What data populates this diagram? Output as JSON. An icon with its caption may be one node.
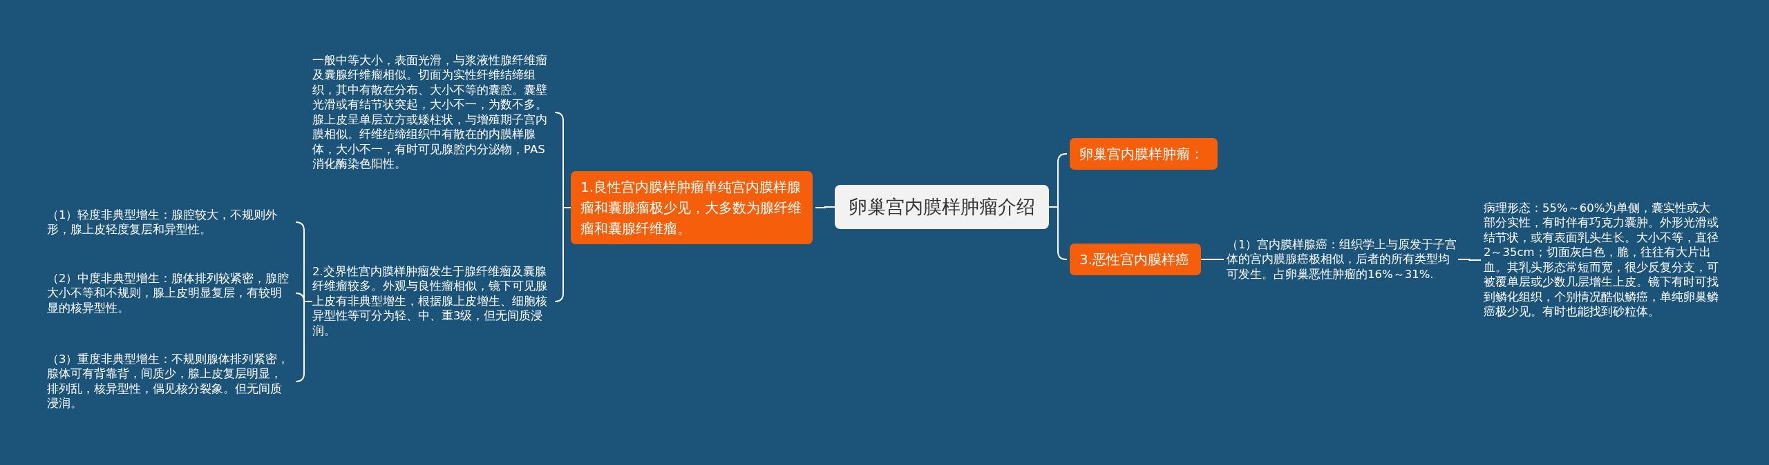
{
  "diagram": {
    "nodes": [
      {
        "text": [
          "卵巢宫内膜样肿瘤介绍"
        ]
      },
      {
        "text": [
          "1.良性宫内膜样肿瘤单纯宫内膜样腺瘤和囊腺瘤极少见，大多数为腺纤维瘤和囊腺纤维瘤。"
        ]
      },
      {
        "text": [
          "一般中等大小，表面光滑，与浆液性腺纤维瘤及囊腺纤维瘤相似。切面为实性纤维结缔组织，其中有散在分布、大小不等的囊腔。囊壁光滑或有结节状突起，大小不一，为数不多。腺上皮呈单层立方或矮柱状，与增殖期子宫内膜相似。纤维结缔组织中有散在的内膜样腺体，大小不一，有时可见腺腔内分泌物，PAS消化酶染色阳性。"
        ]
      },
      {
        "text": [
          "2.交界性宫内膜样肿瘤发生于腺纤维瘤及囊腺纤维瘤较多。外观与良性瘤相似，镜下可见腺上皮有非典型增生，根据腺上皮增生、细胞核异型性等可分为轻、中、重3级，但无间质浸润。"
        ]
      },
      {
        "text": [
          "（1）轻度非典型增生：腺腔较大，不规则外形，腺上皮轻度复层和异型性。"
        ]
      },
      {
        "text": [
          "（2）中度非典型增生：腺体排列较紧密，腺腔大小不等和不规则，腺上皮明显复层，有较明显的核异型性。"
        ]
      },
      {
        "text": [
          "（3）重度非典型增生：不规则腺体排列紧密，腺体可有背靠背，间质少，腺上皮复层明显，排列乱，核异型性，偶见核分裂象。但无间质浸润。"
        ]
      },
      {
        "text": [
          "卵巢宫内膜样肿瘤："
        ]
      },
      {
        "text": [
          "3.恶性宫内膜样癌"
        ]
      },
      {
        "text": [
          "（1）宫内膜样腺癌：组织学上与原发于子宫体的宫内膜腺癌极相似，后者的所有类型均可发生。占卵巢恶性肿瘤的16%～31%."
        ]
      },
      {
        "text": [
          "病理形态：55%～60%为单侧，囊实性或大部分实性，有时伴有巧克力囊肿。外形光滑或结节状，或有表面乳头生长。大小不等，直径2～35cm；切面灰白色，脆，往往有大片出血。其乳头形态常短而宽，很少反复分支，可被覆单层或少数几层增生上皮。镜下有时可找到鳞化组织，个别情况酷似鳞癌，单纯卵巢鳞癌极少见。有时也能找到砂粒体。"
        ]
      }
    ],
    "edges": [
      {
        "from": 0,
        "to": 1,
        "arrow": "none"
      },
      {
        "from": 1,
        "to": 2,
        "arrow": "none"
      },
      {
        "from": 1,
        "to": 3,
        "arrow": "none"
      },
      {
        "from": 3,
        "to": 4,
        "arrow": "none"
      },
      {
        "from": 3,
        "to": 5,
        "arrow": "none"
      },
      {
        "from": 3,
        "to": 6,
        "arrow": "none"
      },
      {
        "from": 0,
        "to": 7,
        "arrow": "none"
      },
      {
        "from": 0,
        "to": 8,
        "arrow": "none"
      },
      {
        "from": 8,
        "to": 9,
        "arrow": "none"
      },
      {
        "from": 9,
        "to": 10,
        "arrow": "none"
      }
    ]
  }
}
